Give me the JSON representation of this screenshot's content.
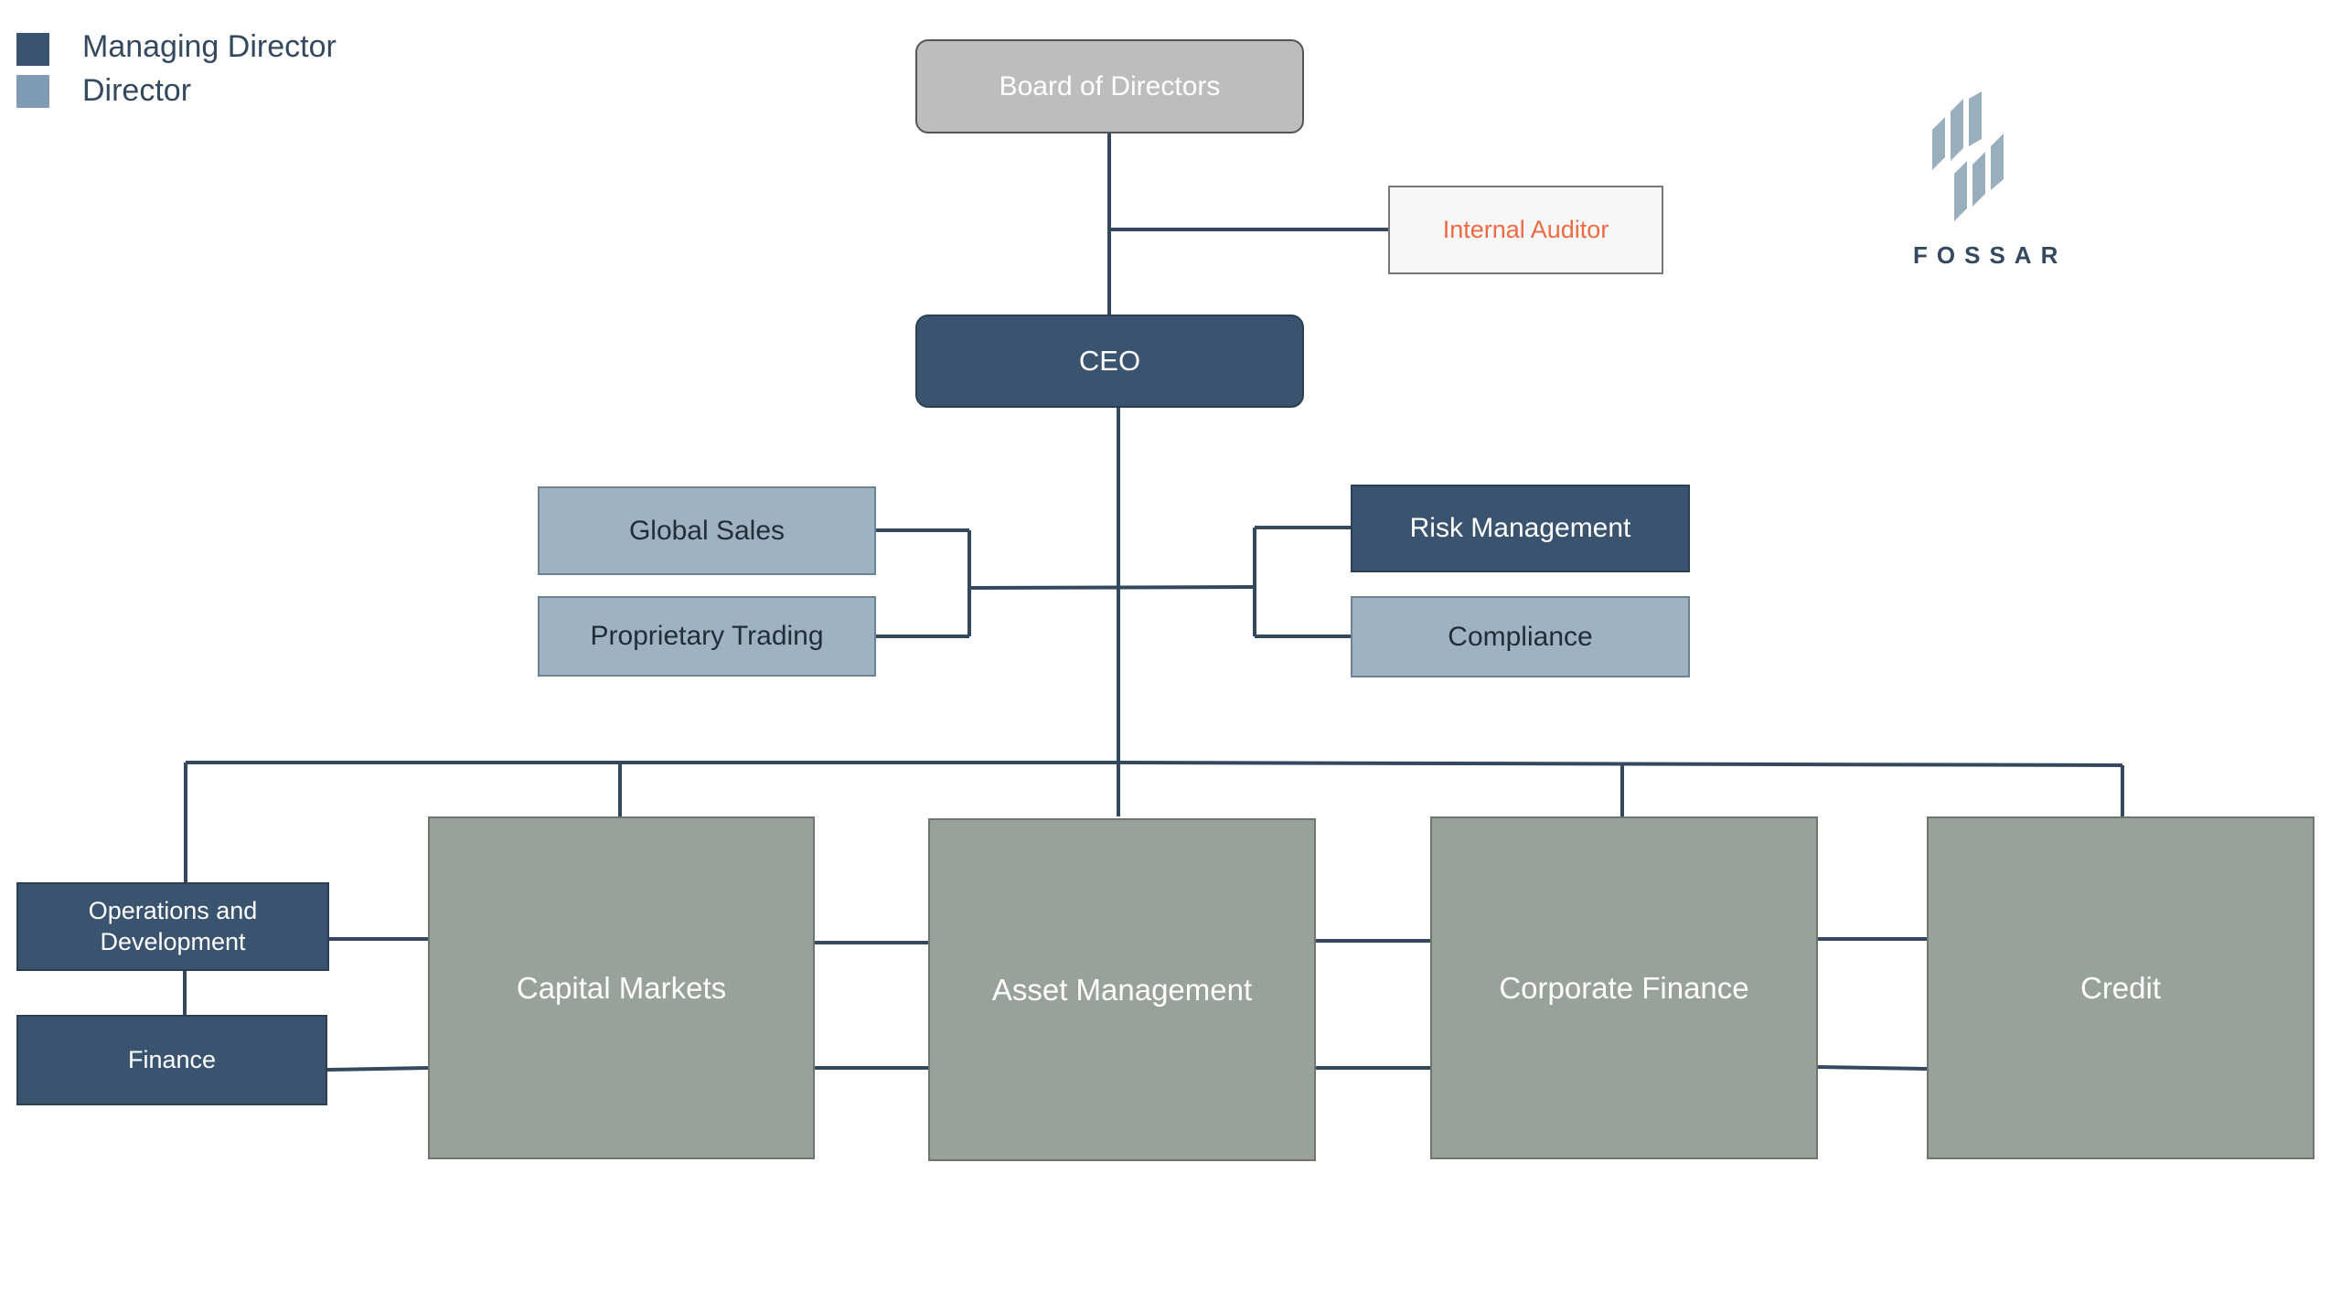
{
  "legend": {
    "items": [
      {
        "label": "Managing Director",
        "color": "#3a536e"
      },
      {
        "label": "Director",
        "color": "#7f9ab3"
      }
    ]
  },
  "logo": {
    "text": "FOSSAR",
    "icon": "fossar-logo-icon"
  },
  "colors": {
    "connector": "#34495e",
    "managing_director": "#3a536e",
    "director": "#9fb2c1",
    "board": "#bdbdbd",
    "division": "#98a19a",
    "auditor_text": "#ee6a43",
    "auditor_fill": "#f7f7f7"
  },
  "nodes": {
    "board": "Board of Directors",
    "auditor": "Internal Auditor",
    "ceo": "CEO",
    "global_sales": "Global Sales",
    "proprietary_trading": "Proprietary Trading",
    "risk_management": "Risk Management",
    "compliance": "Compliance",
    "operations": "Operations and Development",
    "finance": "Finance",
    "capital_markets": "Capital Markets",
    "asset_management": "Asset Management",
    "corporate_finance": "Corporate Finance",
    "credit": "Credit"
  }
}
